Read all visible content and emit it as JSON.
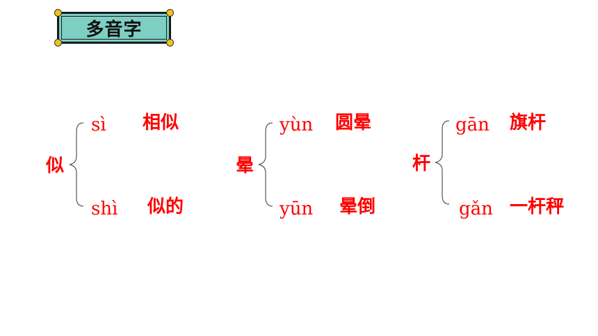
{
  "title": "多音字",
  "colors": {
    "text": "#ff0000",
    "title_bg": "#7dcfc4",
    "dot": "#f2c21b"
  },
  "groups": [
    {
      "char": "似",
      "readings": [
        {
          "pinyin": "sì",
          "word": "相似"
        },
        {
          "pinyin": "shì",
          "word": "似的"
        }
      ]
    },
    {
      "char": "晕",
      "readings": [
        {
          "pinyin": "yùn",
          "word": "圆晕"
        },
        {
          "pinyin": "yūn",
          "word": "晕倒"
        }
      ]
    },
    {
      "char": "杆",
      "readings": [
        {
          "pinyin": "gān",
          "word": "旗杆"
        },
        {
          "pinyin": "gǎn",
          "word": "一杆秤"
        }
      ]
    }
  ]
}
